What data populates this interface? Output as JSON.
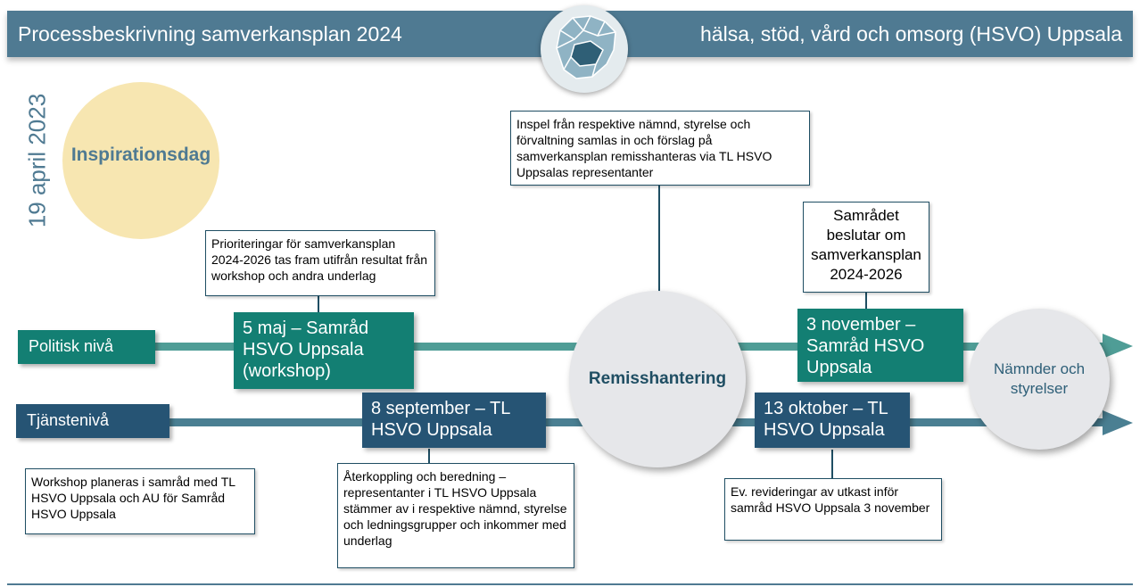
{
  "header": {
    "title_left": "Processbeskrivning samverkansplan 2024",
    "title_right": "hälsa, stöd, vård och omsorg (HSVO) Uppsala"
  },
  "inspiration": {
    "date": "19 april 2023",
    "label": "Inspirationsdag"
  },
  "tracks": {
    "political": "Politisk nivå",
    "service": "Tjänstenivå"
  },
  "events": {
    "maj": "5 maj – Samråd HSVO Uppsala (workshop)",
    "september": "8 september – TL HSVO Uppsala",
    "oktober": "13 oktober – TL HSVO Uppsala",
    "november": "3 november – Samråd HSVO Uppsala"
  },
  "notes": {
    "prioriteringar": "Prioriteringar för samverkansplan 2024-2026 tas fram utifrån resultat från workshop och andra underlag",
    "workshop": "Workshop planeras i samråd med TL HSVO Uppsala och AU för Samråd HSVO Uppsala",
    "aterkoppling": "Återkoppling och beredning – representanter i TL HSVO Uppsala stämmer av i respektive nämnd, styrelse och ledningsgrupper och inkommer med underlag",
    "inspel": "Inspel från respektive nämnd, styrelse och förvaltning samlas in och förslag på samverkansplan remisshanteras via TL HSVO Uppsalas representanter",
    "revideringar": "Ev. revideringar av utkast inför samråd HSVO Uppsala 3 november",
    "beslut": "Samrådet beslutar om samverkansplan 2024-2026"
  },
  "circles": {
    "remiss": "Remisshantering",
    "namnder": "Nämnder och styrelser"
  },
  "colors": {
    "header": "#4f7a92",
    "political": "#137f73",
    "service": "#265474",
    "inspiration_circle": "#f7e6b1"
  }
}
